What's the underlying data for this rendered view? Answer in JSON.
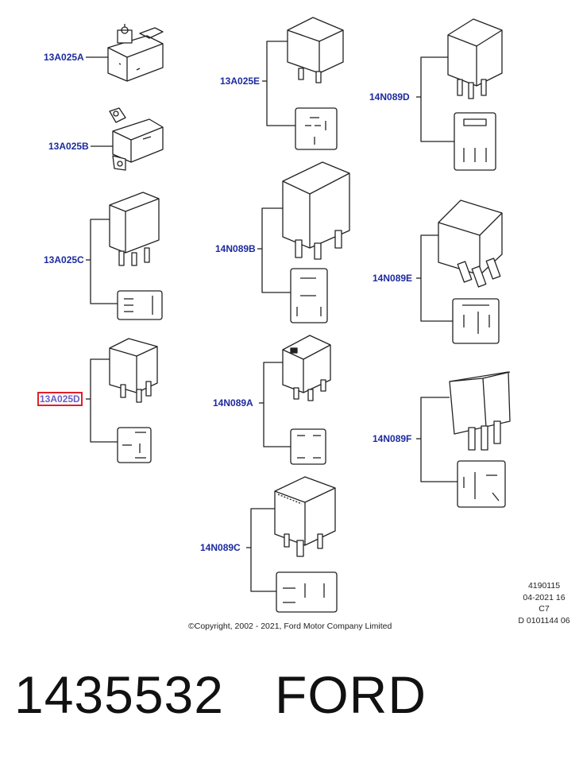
{
  "callouts": [
    {
      "id": "13A025A",
      "label": "13A025A"
    },
    {
      "id": "13A025B",
      "label": "13A025B"
    },
    {
      "id": "13A025C",
      "label": "13A025C"
    },
    {
      "id": "13A025D",
      "label": "13A025D",
      "highlighted": true
    },
    {
      "id": "13A025E",
      "label": "13A025E"
    },
    {
      "id": "14N089B",
      "label": "14N089B"
    },
    {
      "id": "14N089A",
      "label": "14N089A"
    },
    {
      "id": "14N089C",
      "label": "14N089C"
    },
    {
      "id": "14N089D",
      "label": "14N089D"
    },
    {
      "id": "14N089E",
      "label": "14N089E"
    },
    {
      "id": "14N089F",
      "label": "14N089F"
    }
  ],
  "meta": {
    "lines": [
      "4190115",
      "04-2021 16",
      "C7",
      "D 0101144 06"
    ],
    "copyright": "©Copyright, 2002 - 2021, Ford Motor Company Limited"
  },
  "footer": {
    "part_number": "1435532",
    "brand": "FORD"
  },
  "colors": {
    "callout": "#1c2a9e",
    "highlight_box": "#e0202a",
    "line": "#222222"
  }
}
